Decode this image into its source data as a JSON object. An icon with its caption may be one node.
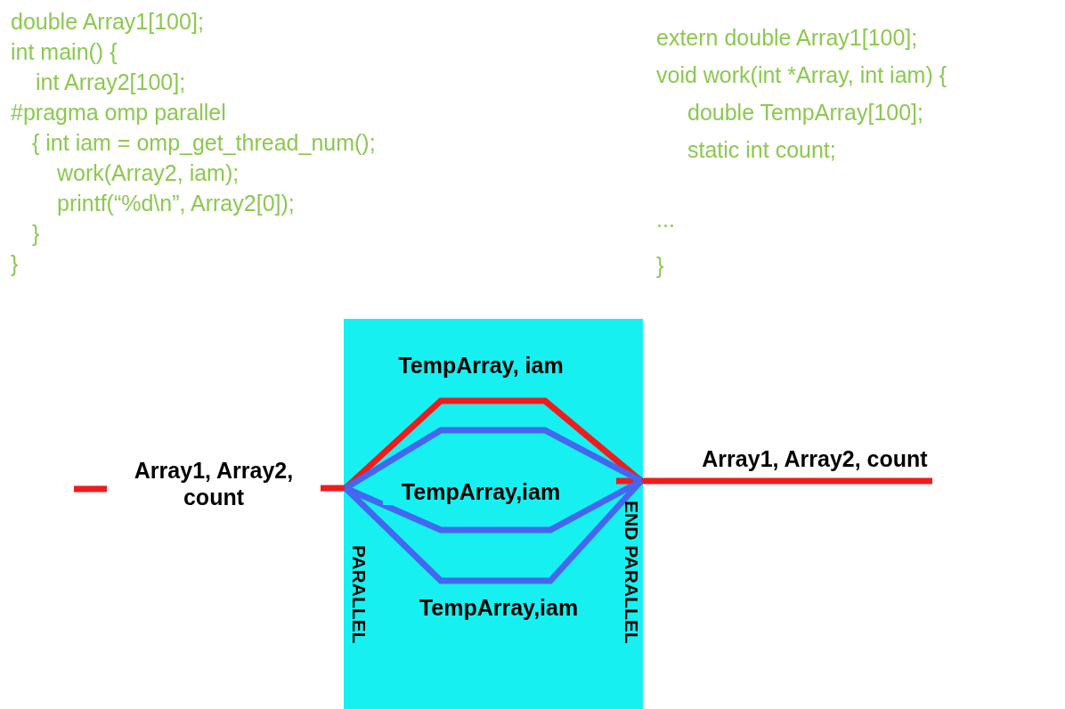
{
  "diagram": {
    "nodes": [
      {
        "text": [],
        "shape": "box"
      },
      {
        "text": [
          "PARALLEL"
        ],
        "in": 0
      },
      {
        "text": [
          "END PARALLEL"
        ],
        "in": 0
      }
    ],
    "edges": [
      {
        "from": null,
        "to": 1,
        "arrow": "none",
        "label": "Array1, Array2, count"
      },
      {
        "from": 2,
        "to": null,
        "arrow": "none",
        "label": "Array1, Array2, count"
      },
      {
        "from": 1,
        "to": 2,
        "arrow": "none",
        "label": "TempArray, iam"
      },
      {
        "from": 1,
        "to": 2,
        "arrow": "none",
        "color": "#4466f0"
      },
      {
        "from": 1,
        "to": 2,
        "arrow": "none",
        "color": "#4466f0",
        "label": "TempArray,iam"
      },
      {
        "from": 1,
        "to": 2,
        "arrow": "none",
        "color": "#4466f0",
        "label": "TempArray,iam"
      }
    ],
    "labels": [
      "double Array1[100];",
      "int main() {",
      "int Array2[100];",
      "#pragma omp parallel",
      "{  int iam = omp_get_thread_num();",
      "work(Array2, iam);",
      "printf(“%d\\n”, Array2[0]);",
      "}",
      "}",
      "extern double Array1[100];",
      "void work(int *Array, int iam) {",
      "double TempArray[100];",
      "static int count;",
      "...",
      "}"
    ]
  }
}
